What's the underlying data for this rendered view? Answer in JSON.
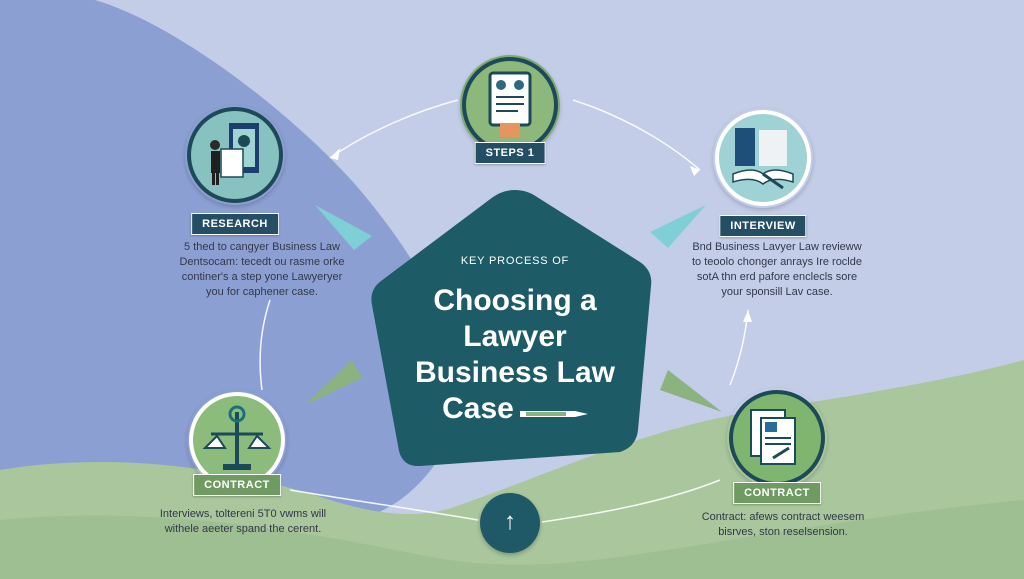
{
  "center": {
    "kicker": "KEY PROCESS OF",
    "title_line1": "Choosing a",
    "title_line2": "Lawyer",
    "title_line3": "Business Law",
    "title_line4": "Case"
  },
  "steps": {
    "top": {
      "label": "STEPS 1",
      "icon": "document-checklist-icon"
    },
    "research": {
      "label": "RESEARCH",
      "icon": "lawyer-portrait-icon",
      "lines": [
        "5 thed to cangyer Business Law",
        "Dentsocam: tecedt ou rasme orke",
        "continer's a step yone Lawyeryer",
        "you for caphener case."
      ]
    },
    "interview": {
      "label": "INTERVIEW",
      "icon": "open-book-icon",
      "lines": [
        "Bnd Business Lavyer Law revieww",
        "to teoolo chonger anrays Ire roclde",
        "sotA thn erd pafore enclecls sore",
        "your sponsill Lav case."
      ]
    },
    "contract_left": {
      "label": "CONTRACT",
      "icon": "scales-of-justice-icon",
      "lines": [
        "Interviews, toltereni 5T0 vwms will",
        "withele aeeter spand the cerent."
      ]
    },
    "contract_right": {
      "label": "CONTRACT",
      "icon": "contract-documents-icon",
      "lines": [
        "Contract: afews contract weesem",
        "bisrves, ston reselsension."
      ]
    }
  },
  "up_button": {
    "icon": "arrow-up-icon",
    "glyph": "↑"
  },
  "colors": {
    "background": "#c3cde8",
    "left_blob": "#8c9fd3",
    "green_hill": "#a9c69d",
    "pentagon": "#1d5b66",
    "arrow_teal": "#7fd0d6",
    "arrow_green": "#8cb37f",
    "label_dark": "#234e63",
    "label_green": "#6f9a62"
  }
}
